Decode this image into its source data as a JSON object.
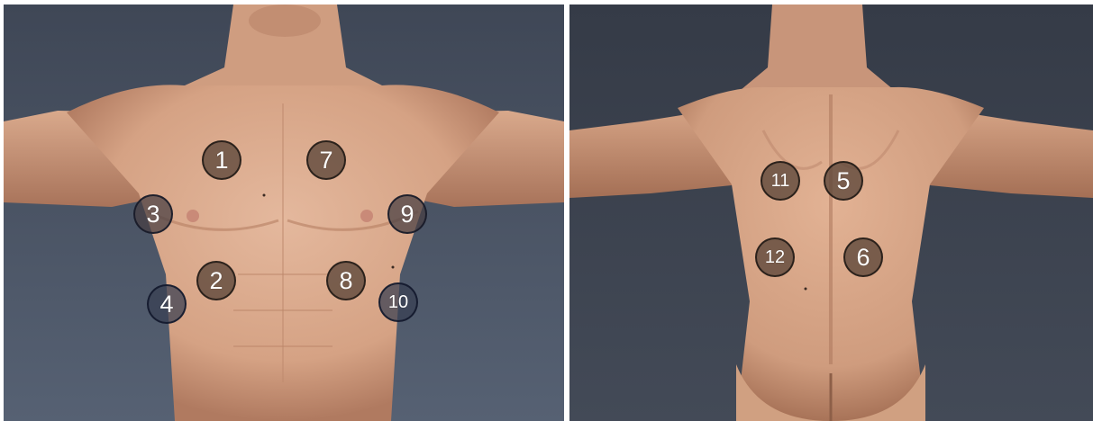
{
  "front_view": {
    "markers": [
      {
        "label": "1",
        "style": "big"
      },
      {
        "label": "7",
        "style": "big"
      },
      {
        "label": "3",
        "style": "big dark"
      },
      {
        "label": "9",
        "style": "big dark"
      },
      {
        "label": "2",
        "style": "big"
      },
      {
        "label": "8",
        "style": "big"
      },
      {
        "label": "4",
        "style": "big blue"
      },
      {
        "label": "10",
        "style": "mid blue"
      }
    ]
  },
  "back_view": {
    "markers": [
      {
        "label": "11",
        "style": "mid"
      },
      {
        "label": "5",
        "style": "big"
      },
      {
        "label": "12",
        "style": "mid"
      },
      {
        "label": "6",
        "style": "big"
      }
    ]
  },
  "colors": {
    "background_front": "#4c5668",
    "background_back": "#3a404c",
    "skin": "#d9a98c",
    "skin_shadow": "#b98469",
    "marker_fill": "#5c463a"
  }
}
